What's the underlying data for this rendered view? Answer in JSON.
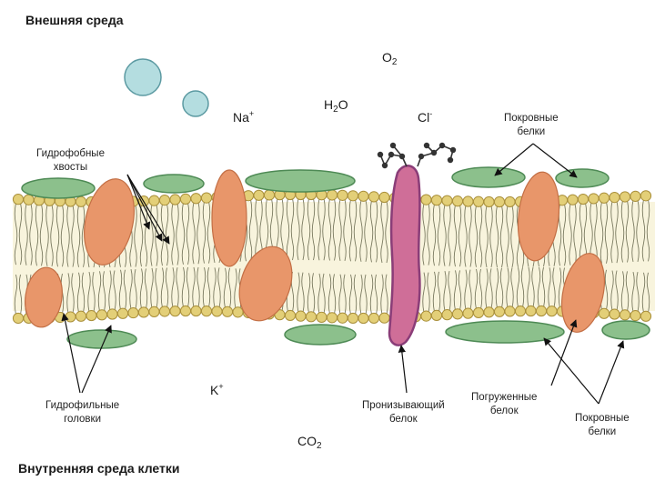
{
  "environment": {
    "outer": "Внешняя среда",
    "inner": "Внутренняя среда клетки"
  },
  "molecules": {
    "o2": {
      "base": "O",
      "sub": "2"
    },
    "na": {
      "base": "Na",
      "sup": "+"
    },
    "h2o": {
      "base": "H",
      "sub": "2",
      "tail": "O"
    },
    "cl": {
      "base": "Cl",
      "sup": "-"
    },
    "k": {
      "base": "K",
      "sup": "+"
    },
    "co2": {
      "base": "CO",
      "sub": "2"
    }
  },
  "labels": {
    "hydrophobic_tails": {
      "line1": "Гидрофобные",
      "line2": "хвосты"
    },
    "hydrophilic_heads": {
      "line1": "Гидрофильные",
      "line2": "головки"
    },
    "peripheral_top": {
      "line1": "Покровные",
      "line2": "белки"
    },
    "peripheral_bottom": {
      "line1": "Покровные",
      "line2": "белки"
    },
    "transmembrane": {
      "line1": "Пронизывающий",
      "line2": "белок"
    },
    "embedded": {
      "line1": "Погруженные",
      "line2": "белок"
    }
  },
  "colors": {
    "lipid_head": "#e3cf78",
    "lipid_head_stroke": "#a98f3a",
    "tail": "#7a7a60",
    "membrane_core": "#f8f4dd",
    "orange_protein": "#e8966a",
    "orange_stroke": "#c36f45",
    "green_protein": "#8cc08c",
    "green_stroke": "#4e8a55",
    "pink_protein": "#cf6e98",
    "pink_stroke": "#8a3d78",
    "circle_fill": "#b4dde0",
    "circle_stroke": "#5c9aa2",
    "chain": "#333333"
  }
}
